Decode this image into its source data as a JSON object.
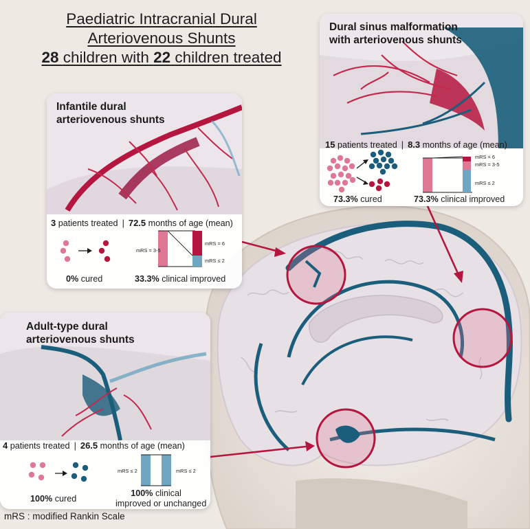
{
  "title": {
    "line1": "Paediatric Intracranial Dural",
    "line2": "Arteriovenous Shunts",
    "line3_num1": "28",
    "line3_mid": "children with",
    "line3_num2": "22",
    "line3_end": "children treated"
  },
  "colors": {
    "pink": "#de7894",
    "crimson": "#b5163f",
    "teal": "#1b5e7b",
    "light_teal": "#6fa6c0"
  },
  "infantile": {
    "title_line1": "Infantile dural",
    "title_line2": "arteriovenous shunts",
    "patients": "3",
    "patients_label": "patients treated",
    "age": "72.5",
    "age_label": "months of age (mean)",
    "cured_pct": "0%",
    "cured_label": "cured",
    "improved_pct": "33.3%",
    "improved_label": "clinical improved",
    "label_before": "mRS = 3-5",
    "label_mrs6": "mRS = 6",
    "label_mrs2": "mRS ≤ 2"
  },
  "dsm": {
    "title_line1": "Dural sinus malformation",
    "title_line2": "with arteriovenous shunts",
    "patients": "15",
    "patients_label": "patients treated",
    "age": "8.3",
    "age_label": "months of age (mean)",
    "cured_pct": "73.3%",
    "cured_label": "cured",
    "improved_pct": "73.3%",
    "improved_label": "clinical improved",
    "label_mrs6": "mRS = 6",
    "label_mrs35": "mRS = 3-5",
    "label_mrs2": "mRS ≤ 2"
  },
  "adult": {
    "title_line1": "Adult-type dural",
    "title_line2": "arteriovenous shunts",
    "patients": "4",
    "patients_label": "patients treated",
    "age": "26.5",
    "age_label": "months of age (mean)",
    "cured_pct": "100%",
    "cured_label": "cured",
    "improved_pct": "100%",
    "improved_label1": "clinical",
    "improved_label2": "improved or unchanged",
    "label_before": "mRS ≤ 2",
    "label_after": "mRS ≤ 2"
  },
  "footnote": "mRS : modified Rankin Scale"
}
